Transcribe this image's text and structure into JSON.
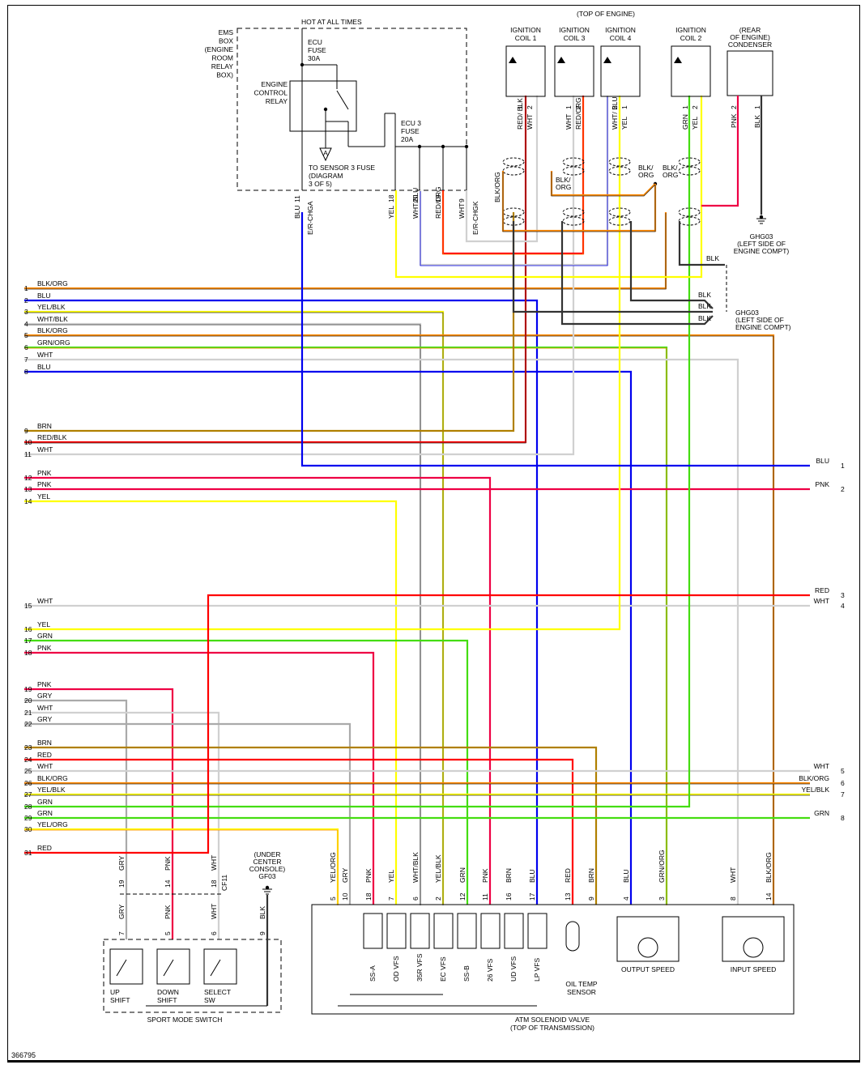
{
  "document_id": "366795",
  "colors": {
    "BLK": "#333333",
    "BLU": "#0000ee",
    "YEL": "#ffff00",
    "WHT": "#d0d0d0",
    "GRN": "#44dd11",
    "PNK": "#ee0044",
    "RED": "#ff0000",
    "BRN": "#b08000",
    "GRY": "#aaaaaa",
    "ORG": "#ff8800",
    "BLK_ORG": "#b06010"
  },
  "ems_box": {
    "title": "HOT AT ALL TIMES",
    "label_lines": [
      "EMS",
      "BOX",
      "(ENGINE",
      "ROOM",
      "RELAY",
      "BOX)"
    ],
    "ecu_fuse": [
      "ECU",
      "FUSE",
      "30A"
    ],
    "relay": [
      "ENGINE",
      "CONTROL",
      "RELAY"
    ],
    "ecu3_fuse": [
      "ECU 3",
      "FUSE",
      "20A"
    ],
    "connector_ref": "A",
    "connector_note": [
      "TO SENSOR 3 FUSE",
      "(DIAGRAM",
      "3 OF 5)"
    ],
    "pins": [
      {
        "pin": "11",
        "color": "BLU",
        "label": "BLU"
      },
      {
        "pin": "18",
        "color": "YEL",
        "label": "YEL"
      },
      {
        "pin": "20",
        "color": "WHT/BLU",
        "label": "WHT/BLU"
      },
      {
        "pin": "19",
        "color": "RED/ORG",
        "label": "RED/ORG"
      },
      {
        "pin": "9",
        "color": "WHT",
        "label": "WHT"
      }
    ],
    "connector_names": [
      "E/R-CHGA",
      "E/R-CHGK"
    ]
  },
  "engine_top": {
    "title": "(TOP OF ENGINE)",
    "coils": [
      {
        "name": [
          "IGNITION",
          "COIL 1"
        ],
        "pins": [
          {
            "pin": "1",
            "label": "RED/ BLK"
          },
          {
            "pin": "2",
            "label": "WHT"
          }
        ]
      },
      {
        "name": [
          "IGNITION",
          "COIL 3"
        ],
        "pins": [
          {
            "pin": "1",
            "label": "WHT"
          },
          {
            "pin": "2",
            "label": "RED/ORG"
          }
        ]
      },
      {
        "name": [
          "IGNITION",
          "COIL 4"
        ],
        "pins": [
          {
            "pin": "2",
            "label": "WHT/ BLU"
          },
          {
            "pin": "1",
            "label": "YEL"
          }
        ]
      },
      {
        "name": [
          "IGNITION",
          "COIL 2"
        ],
        "pins": [
          {
            "pin": "1",
            "label": "GRN"
          },
          {
            "pin": "2",
            "label": "YEL"
          }
        ]
      }
    ],
    "condenser": {
      "name": [
        "(REAR",
        "OF ENGINE)",
        "CONDENSER"
      ],
      "pins": [
        {
          "pin": "2",
          "label": "PNK"
        },
        {
          "pin": "1",
          "label": "BLK"
        }
      ]
    },
    "shield_labels": [
      "BLK/ORG",
      "BLK/ ORG",
      "BLK/ ORG",
      "BLK/ ORG"
    ],
    "grounds": [
      {
        "id": "GHG03",
        "note": [
          "GHG03",
          "(LEFT SIDE OF",
          "ENGINE COMPT)"
        ]
      },
      {
        "id": "GHG03",
        "note": [
          "GHG03",
          "(LEFT SIDE OF",
          "ENGINE COMPT)"
        ]
      }
    ],
    "ground_wire_labels": [
      "BLK",
      "BLK",
      "BLK",
      "BLK"
    ]
  },
  "left_connector": {
    "wires": [
      {
        "pin": "1",
        "label": "BLK/ORG"
      },
      {
        "pin": "2",
        "label": "BLU"
      },
      {
        "pin": "3",
        "label": "YEL/BLK"
      },
      {
        "pin": "4",
        "label": "WHT/BLK"
      },
      {
        "pin": "5",
        "label": "BLK/ORG"
      },
      {
        "pin": "6",
        "label": "GRN/ORG"
      },
      {
        "pin": "7",
        "label": "WHT"
      },
      {
        "pin": "8",
        "label": "BLU"
      },
      {
        "pin": "9",
        "label": "BRN"
      },
      {
        "pin": "10",
        "label": "RED/BLK"
      },
      {
        "pin": "11",
        "label": "WHT"
      },
      {
        "pin": "12",
        "label": "PNK"
      },
      {
        "pin": "13",
        "label": "PNK"
      },
      {
        "pin": "14",
        "label": "YEL"
      },
      {
        "pin": "15",
        "label": "WHT"
      },
      {
        "pin": "16",
        "label": "YEL"
      },
      {
        "pin": "17",
        "label": "GRN"
      },
      {
        "pin": "18",
        "label": "PNK"
      },
      {
        "pin": "19",
        "label": "PNK"
      },
      {
        "pin": "20",
        "label": "GRY"
      },
      {
        "pin": "21",
        "label": "WHT"
      },
      {
        "pin": "22",
        "label": "GRY"
      },
      {
        "pin": "23",
        "label": "BRN"
      },
      {
        "pin": "24",
        "label": "RED"
      },
      {
        "pin": "25",
        "label": "WHT"
      },
      {
        "pin": "26",
        "label": "BLK/ORG"
      },
      {
        "pin": "27",
        "label": "YEL/BLK"
      },
      {
        "pin": "28",
        "label": "GRN"
      },
      {
        "pin": "29",
        "label": "GRN"
      },
      {
        "pin": "30",
        "label": "YEL/ORG"
      },
      {
        "pin": "31",
        "label": "RED"
      }
    ]
  },
  "right_connector": {
    "wires": [
      {
        "pin": "1",
        "label": "BLU"
      },
      {
        "pin": "2",
        "label": "PNK"
      },
      {
        "pin": "3",
        "label": "RED"
      },
      {
        "pin": "4",
        "label": "WHT"
      },
      {
        "pin": "5",
        "label": "WHT"
      },
      {
        "pin": "6",
        "label": "BLK/ORG"
      },
      {
        "pin": "7",
        "label": "YEL/BLK"
      },
      {
        "pin": "8",
        "label": "GRN"
      }
    ]
  },
  "sport_mode_switch": {
    "title": "SPORT MODE SWITCH",
    "connector": "CF11",
    "ground_note": [
      "(UNDER",
      "CENTER",
      "CONSOLE)",
      "GF03"
    ],
    "upper_pins": [
      {
        "pin": "19",
        "label": "GRY"
      },
      {
        "pin": "14",
        "label": "PNK"
      },
      {
        "pin": "18",
        "label": "WHT"
      }
    ],
    "lower_pins": [
      {
        "pin": "7",
        "label": "GRY"
      },
      {
        "pin": "5",
        "label": "PNK"
      },
      {
        "pin": "6",
        "label": "WHT"
      },
      {
        "pin": "9",
        "label": "BLK"
      }
    ],
    "switches": [
      [
        "UP",
        "SHIFT"
      ],
      [
        "DOWN",
        "SHIFT"
      ],
      [
        "SELECT",
        "SW"
      ]
    ]
  },
  "atm_solenoid": {
    "title": [
      "ATM SOLENOID VALVE",
      "(TOP OF TRANSMISSION)"
    ],
    "pins": [
      {
        "pin": "5",
        "label": "YEL/ORG"
      },
      {
        "pin": "10",
        "label": "GRY"
      },
      {
        "pin": "18",
        "label": "PNK"
      },
      {
        "pin": "7",
        "label": "YEL"
      },
      {
        "pin": "6",
        "label": "WHT/BLK"
      },
      {
        "pin": "2",
        "label": "YEL/BLK"
      },
      {
        "pin": "12",
        "label": "GRN"
      },
      {
        "pin": "11",
        "label": "PNK"
      },
      {
        "pin": "16",
        "label": "BRN"
      },
      {
        "pin": "17",
        "label": "BLU"
      },
      {
        "pin": "13",
        "label": "RED"
      },
      {
        "pin": "9",
        "label": "BRN"
      },
      {
        "pin": "4",
        "label": "BLU"
      },
      {
        "pin": "3",
        "label": "GRN/ORG"
      },
      {
        "pin": "8",
        "label": "WHT"
      },
      {
        "pin": "14",
        "label": "BLK/ORG"
      }
    ],
    "solenoids": [
      "SS-A",
      "OD VFS",
      "35R VFS",
      "EC VFS",
      "SS-B",
      "26 VFS",
      "UD VFS",
      "LP VFS"
    ],
    "oil_temp": [
      "OIL TEMP",
      "SENSOR"
    ],
    "output_speed": "OUTPUT SPEED",
    "input_speed": "INPUT SPEED"
  }
}
